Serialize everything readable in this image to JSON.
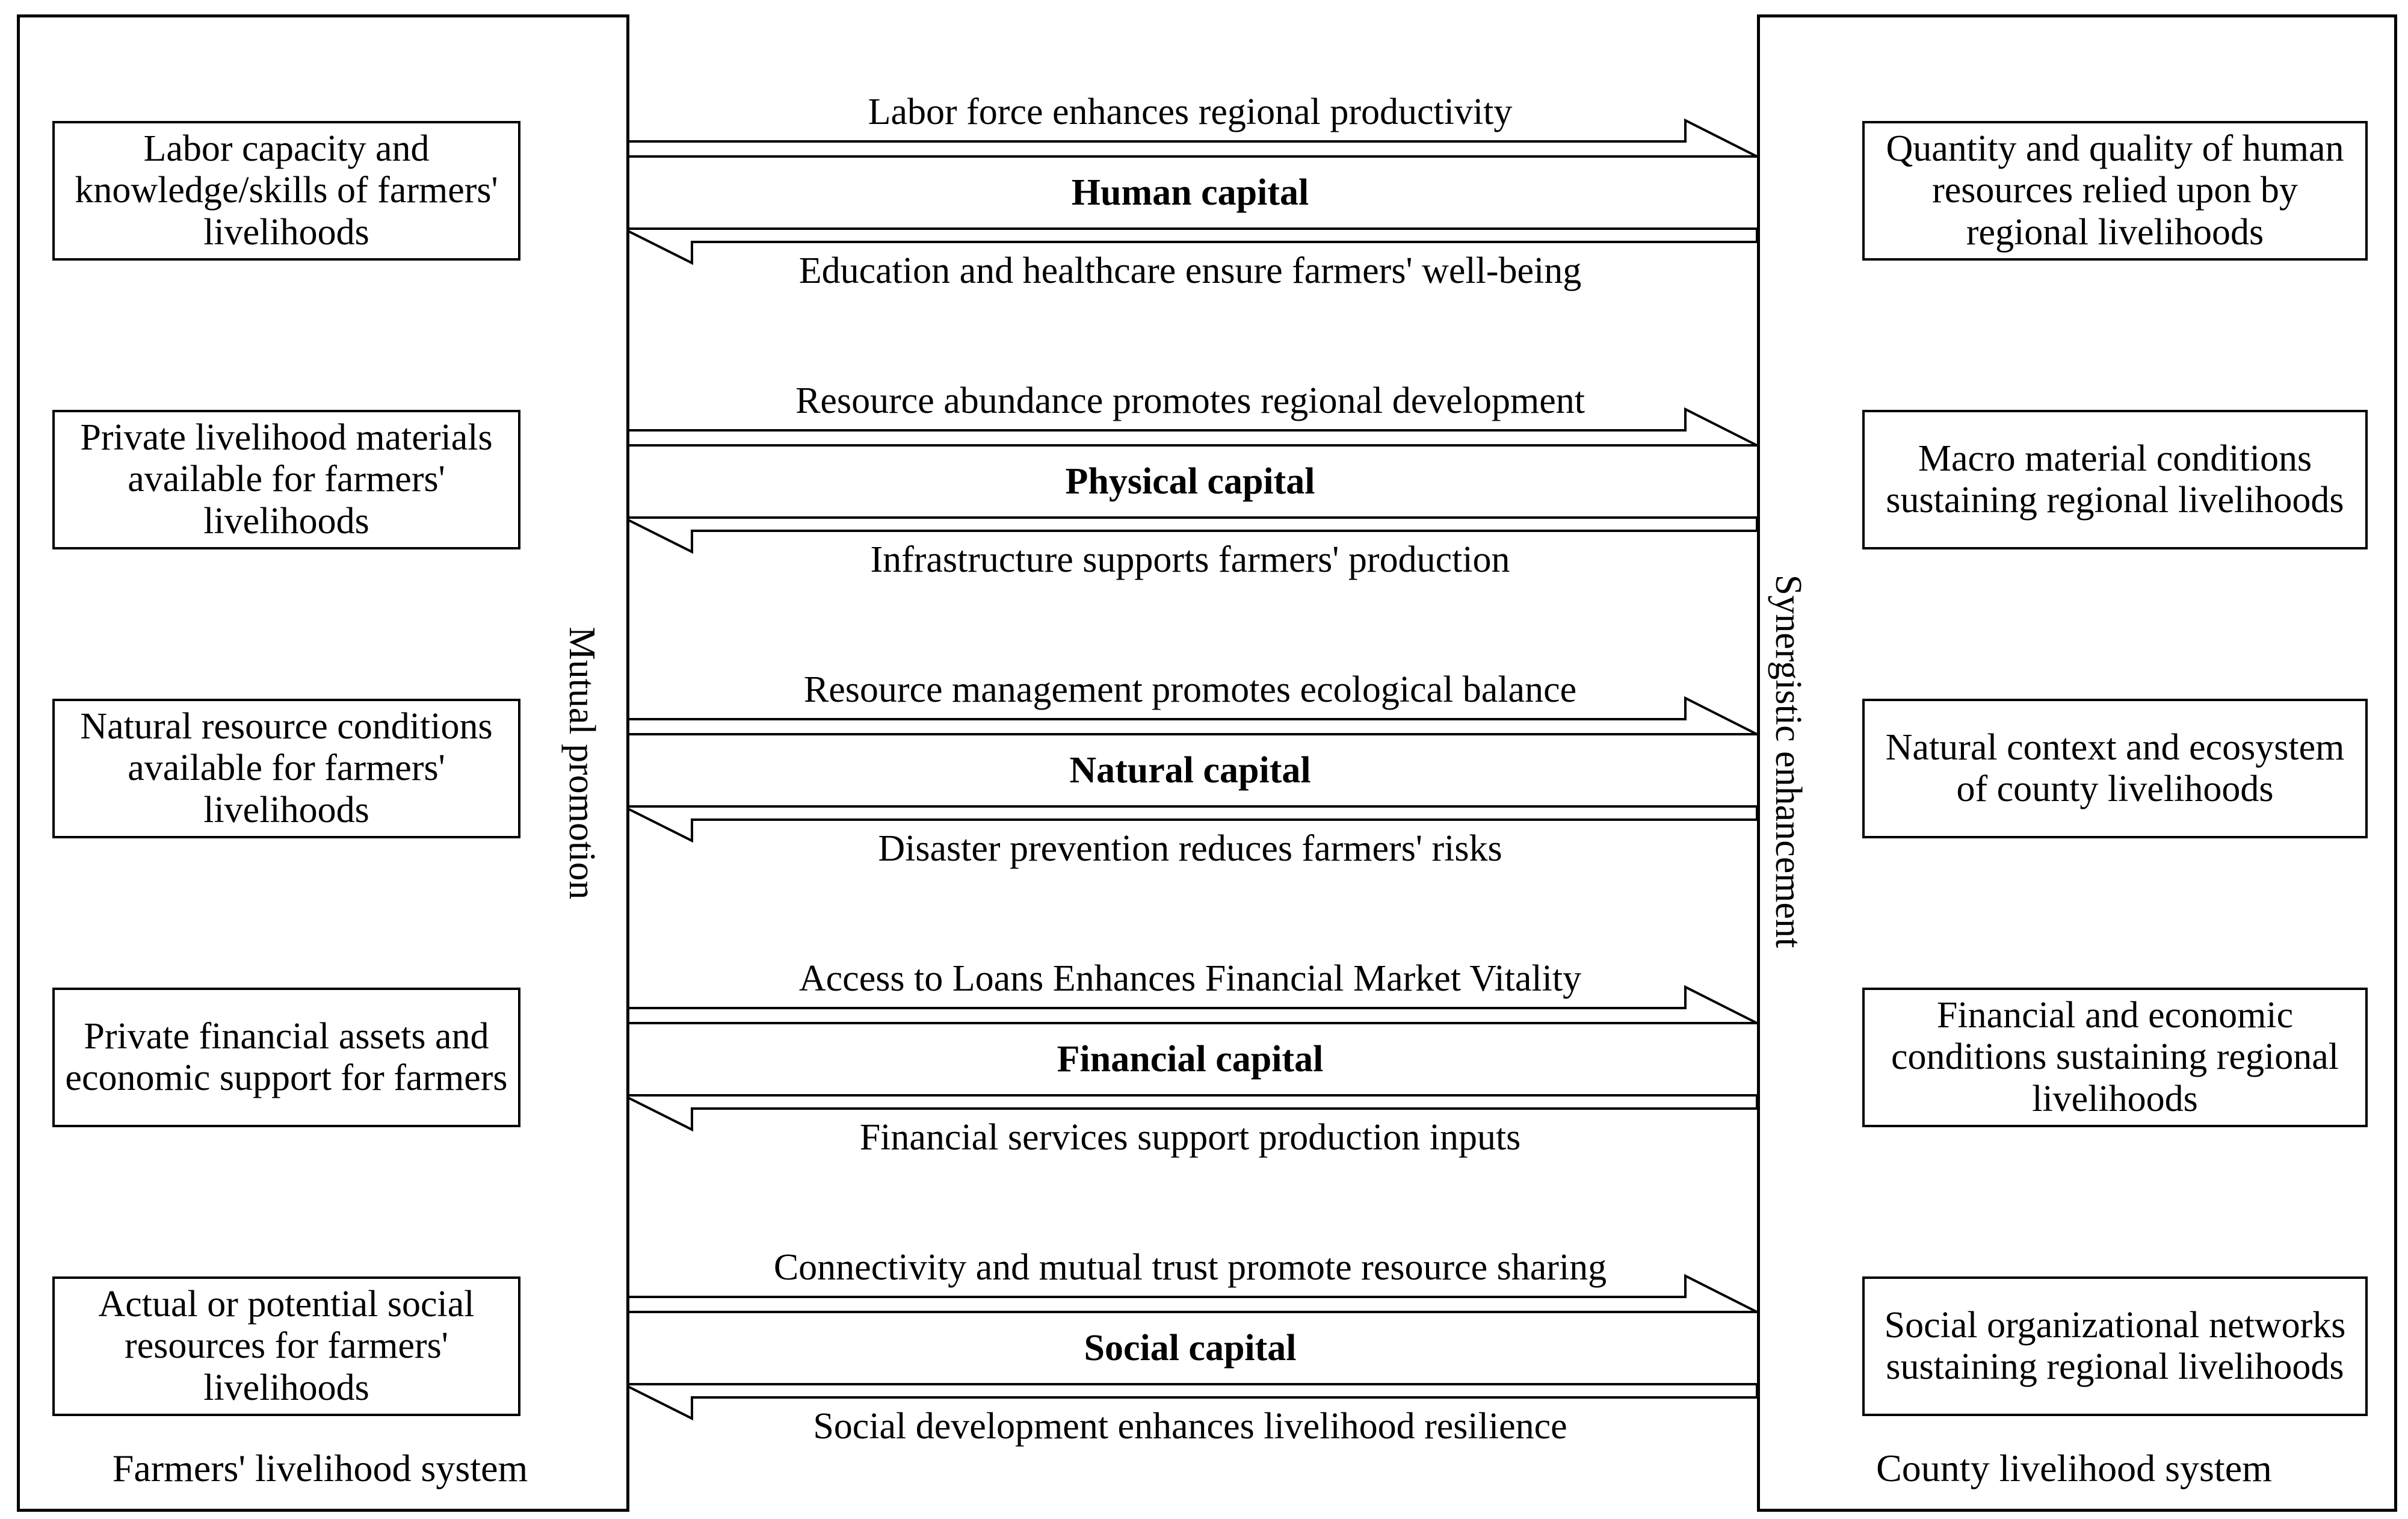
{
  "left_system": {
    "title": "Farmers' livelihood system",
    "boxes": [
      "Labor capacity and knowledge/skills of farmers' livelihoods",
      "Private livelihood materials available for farmers' livelihoods",
      "Natural resource conditions available for farmers' livelihoods",
      "Private financial assets and economic support for farmers",
      "Actual or potential social resources for farmers' livelihoods"
    ]
  },
  "right_system": {
    "title": "County livelihood system",
    "boxes": [
      "Quantity and quality of human resources relied upon by regional livelihoods",
      "Macro material conditions sustaining regional livelihoods",
      "Natural context and ecosystem of county livelihoods",
      "Financial and economic conditions sustaining regional livelihoods",
      "Social organizational networks sustaining regional livelihoods"
    ]
  },
  "relations": {
    "left": "Mutual promotion",
    "right": "Synergistic enhancement"
  },
  "flows": [
    {
      "capital": "Human capital",
      "forward": "Labor force enhances regional productivity",
      "backward": "Education and healthcare ensure farmers' well-being"
    },
    {
      "capital": "Physical capital",
      "forward": "Resource abundance promotes regional development",
      "backward": "Infrastructure supports farmers' production"
    },
    {
      "capital": "Natural capital",
      "forward": "Resource management promotes ecological balance",
      "backward": "Disaster prevention reduces farmers' risks"
    },
    {
      "capital": "Financial capital",
      "forward": "Access to Loans Enhances Financial Market Vitality",
      "backward": "Financial services support production inputs"
    },
    {
      "capital": "Social capital",
      "forward": "Connectivity and mutual trust promote resource sharing",
      "backward": "Social development enhances livelihood resilience"
    }
  ],
  "colors": {
    "line": "#000000",
    "background": "#ffffff"
  }
}
